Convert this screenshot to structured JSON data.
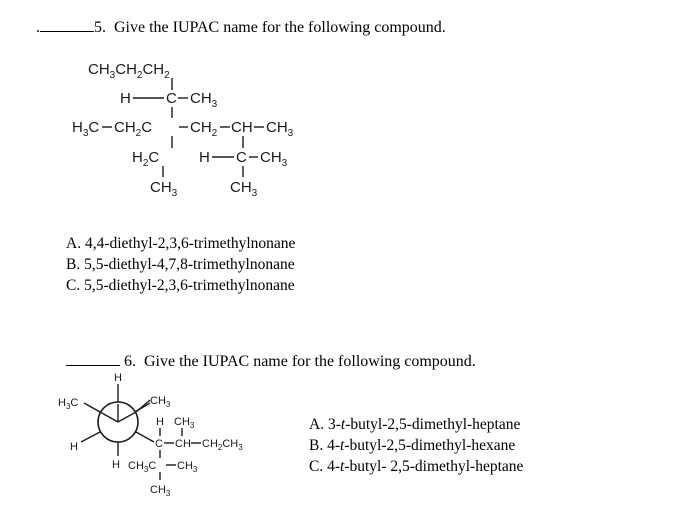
{
  "q5": {
    "dot": ".",
    "number": "5.",
    "prompt": "Give the IUPAC name for the following compound.",
    "choices": [
      "A.  4,4-diethyl-2,3,6-trimethylnonane",
      "B.  5,5-diethyl-4,7,8-trimethylnonane",
      "C.  5,5-diethyl-2,3,6-trimethylnonane"
    ],
    "structure": {
      "top_chain": "CH3CH2CH2",
      "h_left": "H",
      "ch3_upper": "CH3",
      "main_left": "H3C",
      "ch2_a": "CH2",
      "c_quat": "C",
      "ch2_b": "CH2",
      "ch": "CH",
      "ch3_end": "CH3",
      "h2c": "H2C",
      "h_lower": "H",
      "c_lower": "C",
      "ch3_lower_right": "CH3",
      "ch3_bottom_left": "CH3",
      "ch3_bottom_right": "CH3"
    }
  },
  "q6": {
    "number": "6.",
    "prompt": "Give the IUPAC name for the following compound.",
    "choices": [
      {
        "letter": "A.",
        "pre": "3-",
        "t": "t",
        "post": "-butyl-2,5-dimethyl-heptane"
      },
      {
        "letter": "B.",
        "pre": "4-",
        "t": "t",
        "post": "-butyl-2,5-dimethyl-hexane"
      },
      {
        "letter": "C.",
        "pre": "4-",
        "t": "t",
        "post": "-butyl- 2,5-dimethyl-heptane"
      }
    ],
    "newman": {
      "h_top": "H",
      "h3c_left": "H3C",
      "h_left": "H",
      "h_bottom": "H",
      "ch3_right": "CH3",
      "h_sub": "H",
      "ch3_sub": "CH3",
      "c_chain": "C",
      "ch_chain": "CH",
      "ch2ch3": "CH2CH3",
      "ch3c": "CH3C",
      "ch3_tbu_right": "CH3",
      "ch3_tbu_bottom": "CH3"
    }
  }
}
